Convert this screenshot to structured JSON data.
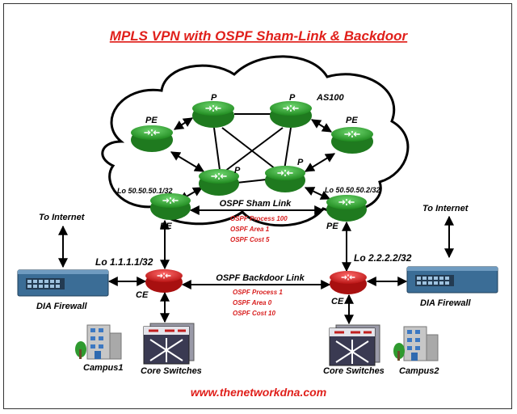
{
  "title": "MPLS VPN with OSPF Sham-Link & Backdoor",
  "footer": "www.thenetworkdna.com",
  "colors": {
    "title_red": "#e0201b",
    "label_red": "#d81d1d",
    "router_green": "#2fa82f",
    "router_green_dark": "#1f7a1f",
    "ce_red": "#d62626",
    "firewall_blue": "#3b6d96"
  },
  "cloud": {
    "as_label": "AS100"
  },
  "routers": {
    "p_top_left": "P",
    "p_top_right": "P",
    "p_bottom_left": "P",
    "p_bottom_right": "P",
    "pe_upper_left": "PE",
    "pe_upper_right": "PE",
    "pe_lower_left": "PE",
    "pe_lower_right": "PE",
    "ce_left": "CE",
    "ce_right": "CE"
  },
  "loopbacks": {
    "pe_left": "Lo 50.50.50.1/32",
    "pe_right": "Lo 50.50.50.2/32",
    "ce_left": "Lo 1.1.1.1/32",
    "ce_right": "Lo 2.2.2.2/32"
  },
  "sham_link": {
    "label": "OSPF Sham Link",
    "details": [
      "OSPF Process 100",
      "OSPF Area 1",
      "OSPF Cost 5"
    ]
  },
  "backdoor_link": {
    "label": "OSPF Backdoor Link",
    "details": [
      "OSPF Process 1",
      "OSPF Area 0",
      "OSPF Cost 10"
    ]
  },
  "left_site": {
    "internet": "To Internet",
    "firewall": "DIA Firewall",
    "campus": "Campus1",
    "switches": "Core Switches"
  },
  "right_site": {
    "internet": "To Internet",
    "firewall": "DIA Firewall",
    "campus": "Campus2",
    "switches": "Core Switches"
  }
}
